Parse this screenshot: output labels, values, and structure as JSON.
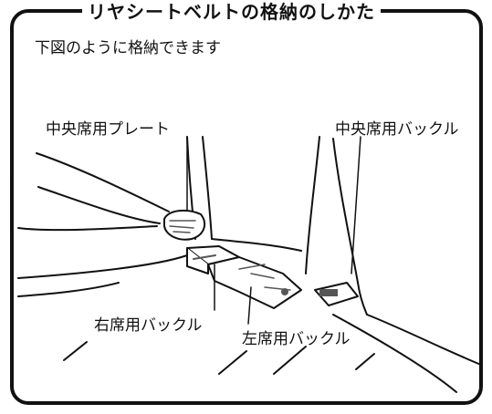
{
  "header": {
    "title": "リヤシートベルトの格納のしかた",
    "subtitle": "下図のように格納できます"
  },
  "callouts": {
    "center_plate": "中央席用プレート",
    "center_buckle": "中央席用バックル",
    "right_buckle": "右席用バックル",
    "left_buckle": "左席用バックル"
  },
  "colors": {
    "line": "#111111",
    "background": "#ffffff",
    "shade": "#555555"
  }
}
